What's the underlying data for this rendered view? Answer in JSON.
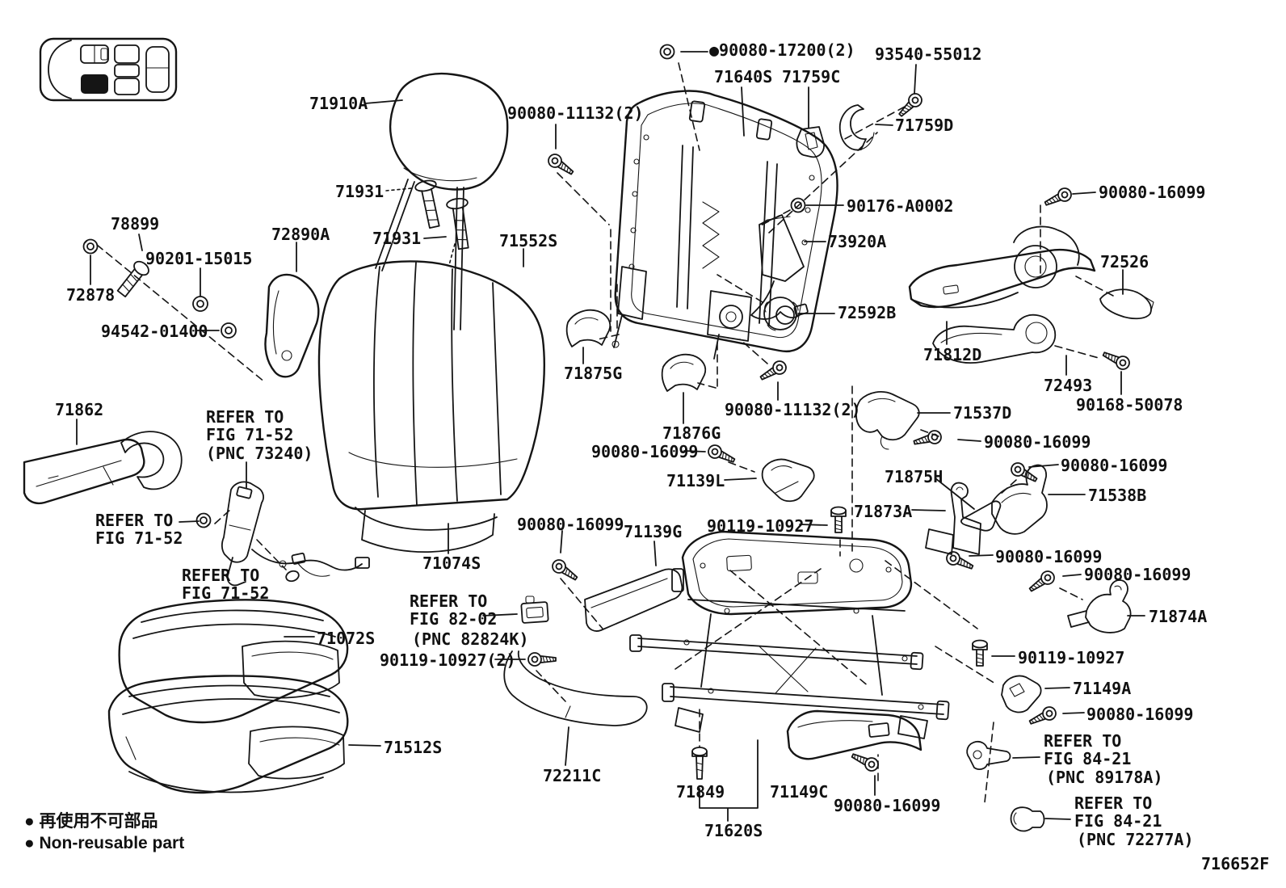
{
  "diagram_title": "Front seat & seat track exploded parts diagram",
  "colors": {
    "ink": "#151515",
    "paper": "#ffffff"
  },
  "legend_icon": {
    "name": "vehicle-seat-position-icon",
    "highlighted_seat": "front-left"
  },
  "labels": [
    {
      "text": "71910A"
    },
    {
      "text": "●90080-17200(2)"
    },
    {
      "text": "93540-55012"
    },
    {
      "text": "71640S"
    },
    {
      "text": "71759C"
    },
    {
      "text": "90080-11132(2)"
    },
    {
      "text": "71759D"
    },
    {
      "text": "90080-16099"
    },
    {
      "text": "71931"
    },
    {
      "text": "71931"
    },
    {
      "text": "78899"
    },
    {
      "text": "72890A"
    },
    {
      "text": "90201-15015"
    },
    {
      "text": "71552S"
    },
    {
      "text": "90176-A0002"
    },
    {
      "text": "72878"
    },
    {
      "text": "73920A"
    },
    {
      "text": "72526"
    },
    {
      "text": "94542-01400"
    },
    {
      "text": "72592B"
    },
    {
      "text": "71812D"
    },
    {
      "text": "71875G"
    },
    {
      "text": "72493"
    },
    {
      "text": "90168-50078"
    },
    {
      "text": "90080-11132(2)"
    },
    {
      "text": "71537D"
    },
    {
      "text": "71862"
    },
    {
      "text": "REFER TO"
    },
    {
      "text": "FIG 71-52"
    },
    {
      "text": "(PNC 73240)"
    },
    {
      "text": "71876G"
    },
    {
      "text": "90080-16099"
    },
    {
      "text": "90080-16099"
    },
    {
      "text": "90080-16099"
    },
    {
      "text": "71139L"
    },
    {
      "text": "71875H"
    },
    {
      "text": "71538B"
    },
    {
      "text": "REFER TO"
    },
    {
      "text": "FIG 71-52"
    },
    {
      "text": "71873A"
    },
    {
      "text": "90080-16099"
    },
    {
      "text": "71139G"
    },
    {
      "text": "90119-10927"
    },
    {
      "text": "90080-16099"
    },
    {
      "text": "90080-16099"
    },
    {
      "text": "REFER TO"
    },
    {
      "text": "FIG 71-52"
    },
    {
      "text": "71874A"
    },
    {
      "text": "71074S"
    },
    {
      "text": "REFER TO"
    },
    {
      "text": "FIG 82-02"
    },
    {
      "text": "(PNC 82824K)"
    },
    {
      "text": "71072S"
    },
    {
      "text": "90119-10927(2)"
    },
    {
      "text": "90119-10927"
    },
    {
      "text": "71149A"
    },
    {
      "text": "90080-16099"
    },
    {
      "text": "71512S"
    },
    {
      "text": "REFER TO"
    },
    {
      "text": "FIG 84-21"
    },
    {
      "text": "(PNC 89178A)"
    },
    {
      "text": "72211C"
    },
    {
      "text": "71849"
    },
    {
      "text": "71149C"
    },
    {
      "text": "90080-16099"
    },
    {
      "text": "REFER TO"
    },
    {
      "text": "FIG 84-21"
    },
    {
      "text": "(PNC 72277A)"
    },
    {
      "text": "71620S"
    }
  ],
  "footer": {
    "jp_legend": "● 再使用不可部品",
    "en_legend": "● Non-reusable part",
    "figure_code": "716652F"
  }
}
